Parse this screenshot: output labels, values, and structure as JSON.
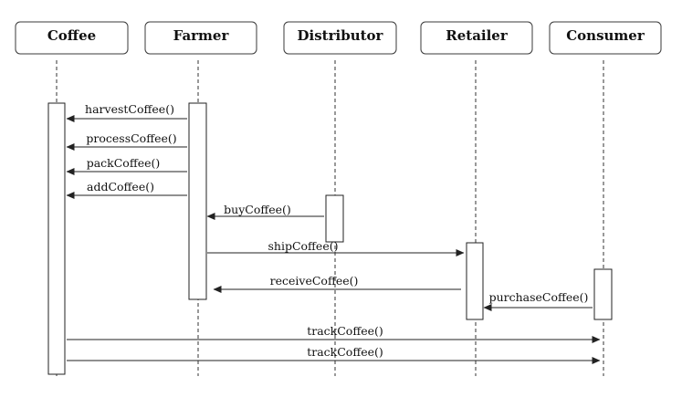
{
  "actors": [
    {
      "id": "coffee",
      "label": "Coffee"
    },
    {
      "id": "farmer",
      "label": "Farmer"
    },
    {
      "id": "distributor",
      "label": "Distributor"
    },
    {
      "id": "retailer",
      "label": "Retailer"
    },
    {
      "id": "consumer",
      "label": "Consumer"
    }
  ],
  "messages": [
    {
      "from": "farmer",
      "to": "coffee",
      "label": "harvestCoffee()"
    },
    {
      "from": "farmer",
      "to": "coffee",
      "label": "processCoffee()"
    },
    {
      "from": "farmer",
      "to": "coffee",
      "label": "packCoffee()"
    },
    {
      "from": "farmer",
      "to": "coffee",
      "label": "addCoffee()"
    },
    {
      "from": "distributor",
      "to": "farmer",
      "label": "buyCoffee()"
    },
    {
      "from": "farmer",
      "to": "retailer",
      "label": "shipCoffee()"
    },
    {
      "from": "retailer",
      "to": "farmer",
      "label": "receiveCoffee()"
    },
    {
      "from": "consumer",
      "to": "retailer",
      "label": "purchaseCoffee()"
    },
    {
      "from": "coffee",
      "to": "consumer",
      "label": "trackCoffee()"
    },
    {
      "from": "coffee",
      "to": "consumer",
      "label": "trackCoffee()"
    }
  ]
}
